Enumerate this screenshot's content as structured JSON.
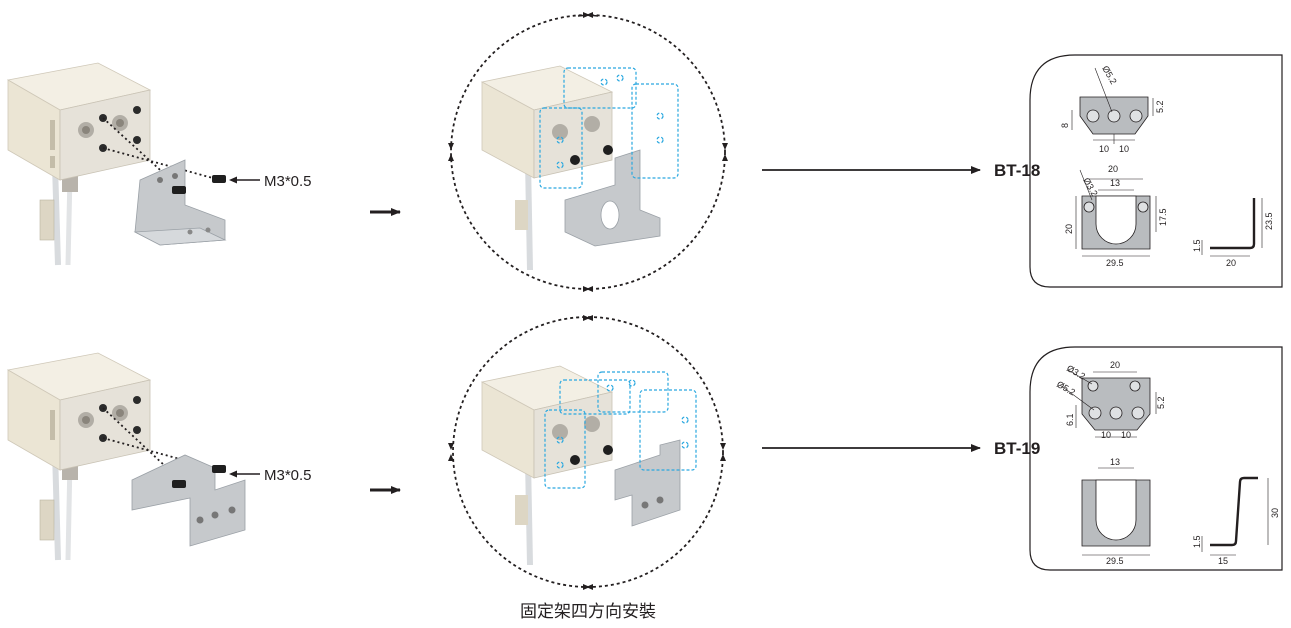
{
  "rows": [
    {
      "screw_label": "M3*0.5",
      "model": "BT-18",
      "dims": {
        "hole_big": "Ø5.2",
        "hole_small": "Ø3.2",
        "spacing_a": "10",
        "spacing_b": "10",
        "height_left": "8",
        "height_right": "5.2",
        "top_width": "20",
        "slot_width": "13",
        "plate_height": "20",
        "slot_depth": "17.5",
        "bottom_width": "29.5",
        "side_height": "23.5",
        "thickness": "1.5",
        "side_width": "20"
      }
    },
    {
      "screw_label": "M3*0.5",
      "model": "BT-19",
      "dims": {
        "hole_small": "Ø3.2",
        "hole_big": "Ø5.2",
        "top_width": "20",
        "height_left": "6.1",
        "spacing_a": "10",
        "spacing_b": "10",
        "height_right": "5.2",
        "slot_width": "13",
        "bottom_width": "29.5",
        "thickness": "1.5",
        "side_width": "15",
        "side_height": "30"
      }
    }
  ],
  "caption": "固定架四方向安裝",
  "colors": {
    "sensor_body": "#ece6d6",
    "sensor_face": "#dcd8d0",
    "bracket": "#c6c9cc",
    "blueprint": "#2aa8e0",
    "line": "#231f20"
  }
}
